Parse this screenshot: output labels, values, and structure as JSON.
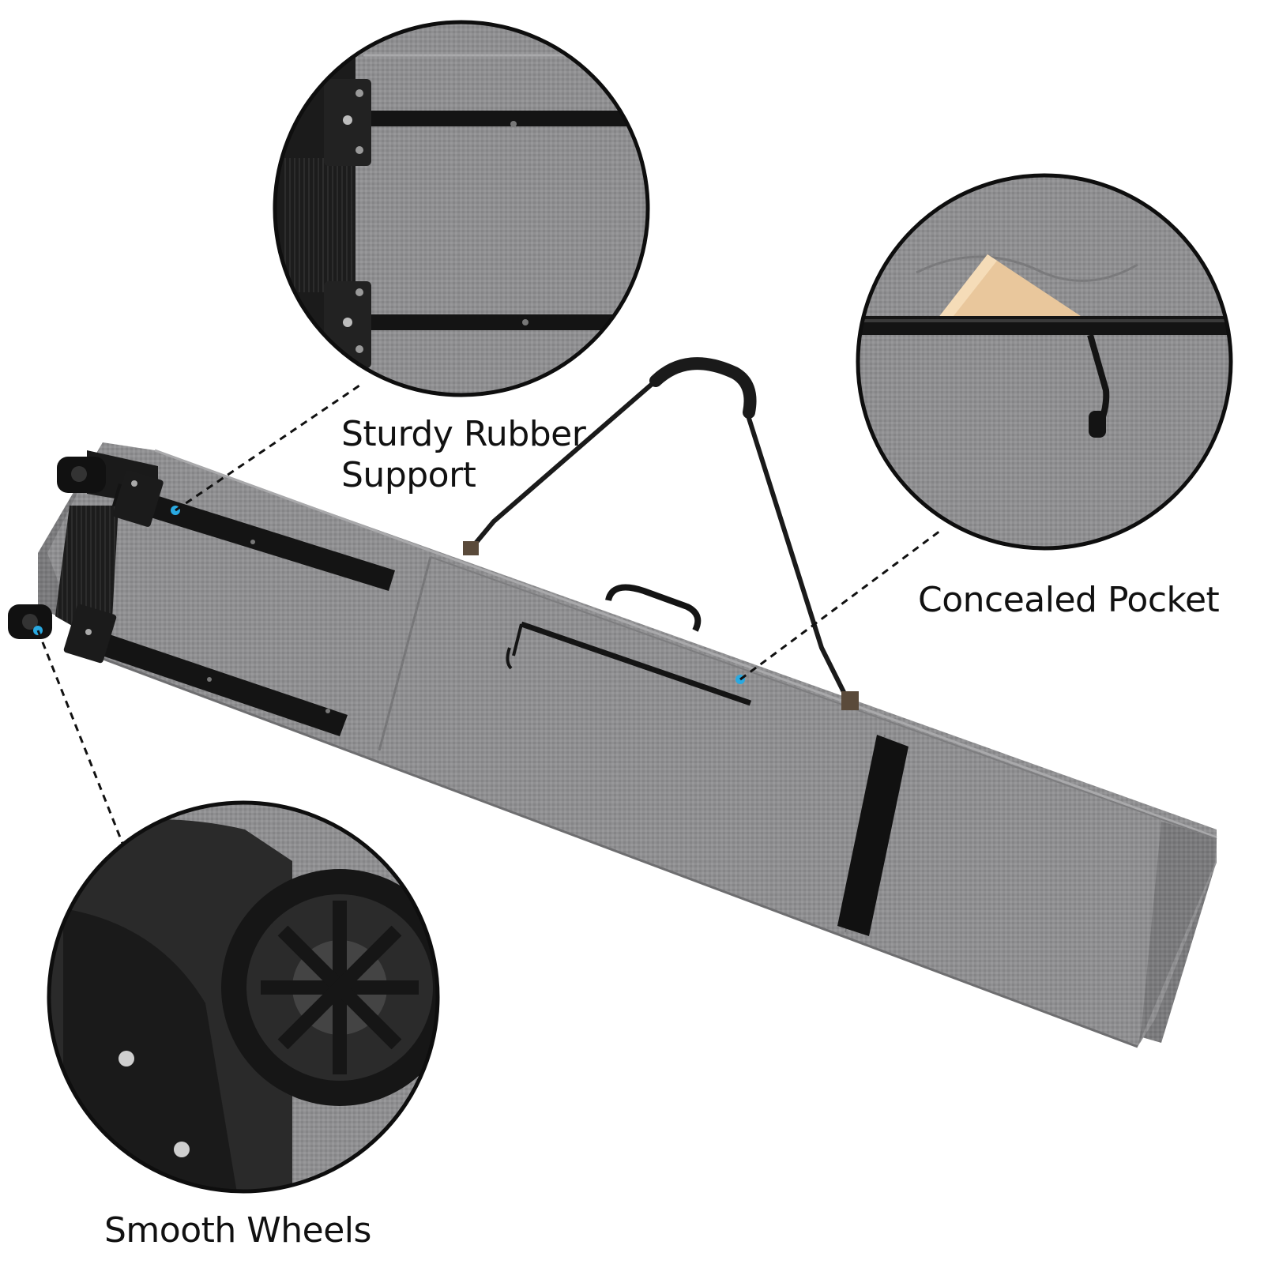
{
  "image": {
    "subject": "grey ski bag with wheels",
    "background": "#ffffff"
  },
  "callouts": [
    {
      "id": "rubber",
      "text": "Sturdy Rubber\nSupport"
    },
    {
      "id": "pocket",
      "text": "Concealed Pocket"
    },
    {
      "id": "wheels",
      "text": "Smooth Wheels"
    }
  ],
  "colors": {
    "fabric": "#8c8c8e",
    "fabric_light": "#a3a3a5",
    "fabric_dark": "#6f6f71",
    "strap": "#141414",
    "marker": "#29a9e1",
    "phone": "#e9c79c"
  }
}
